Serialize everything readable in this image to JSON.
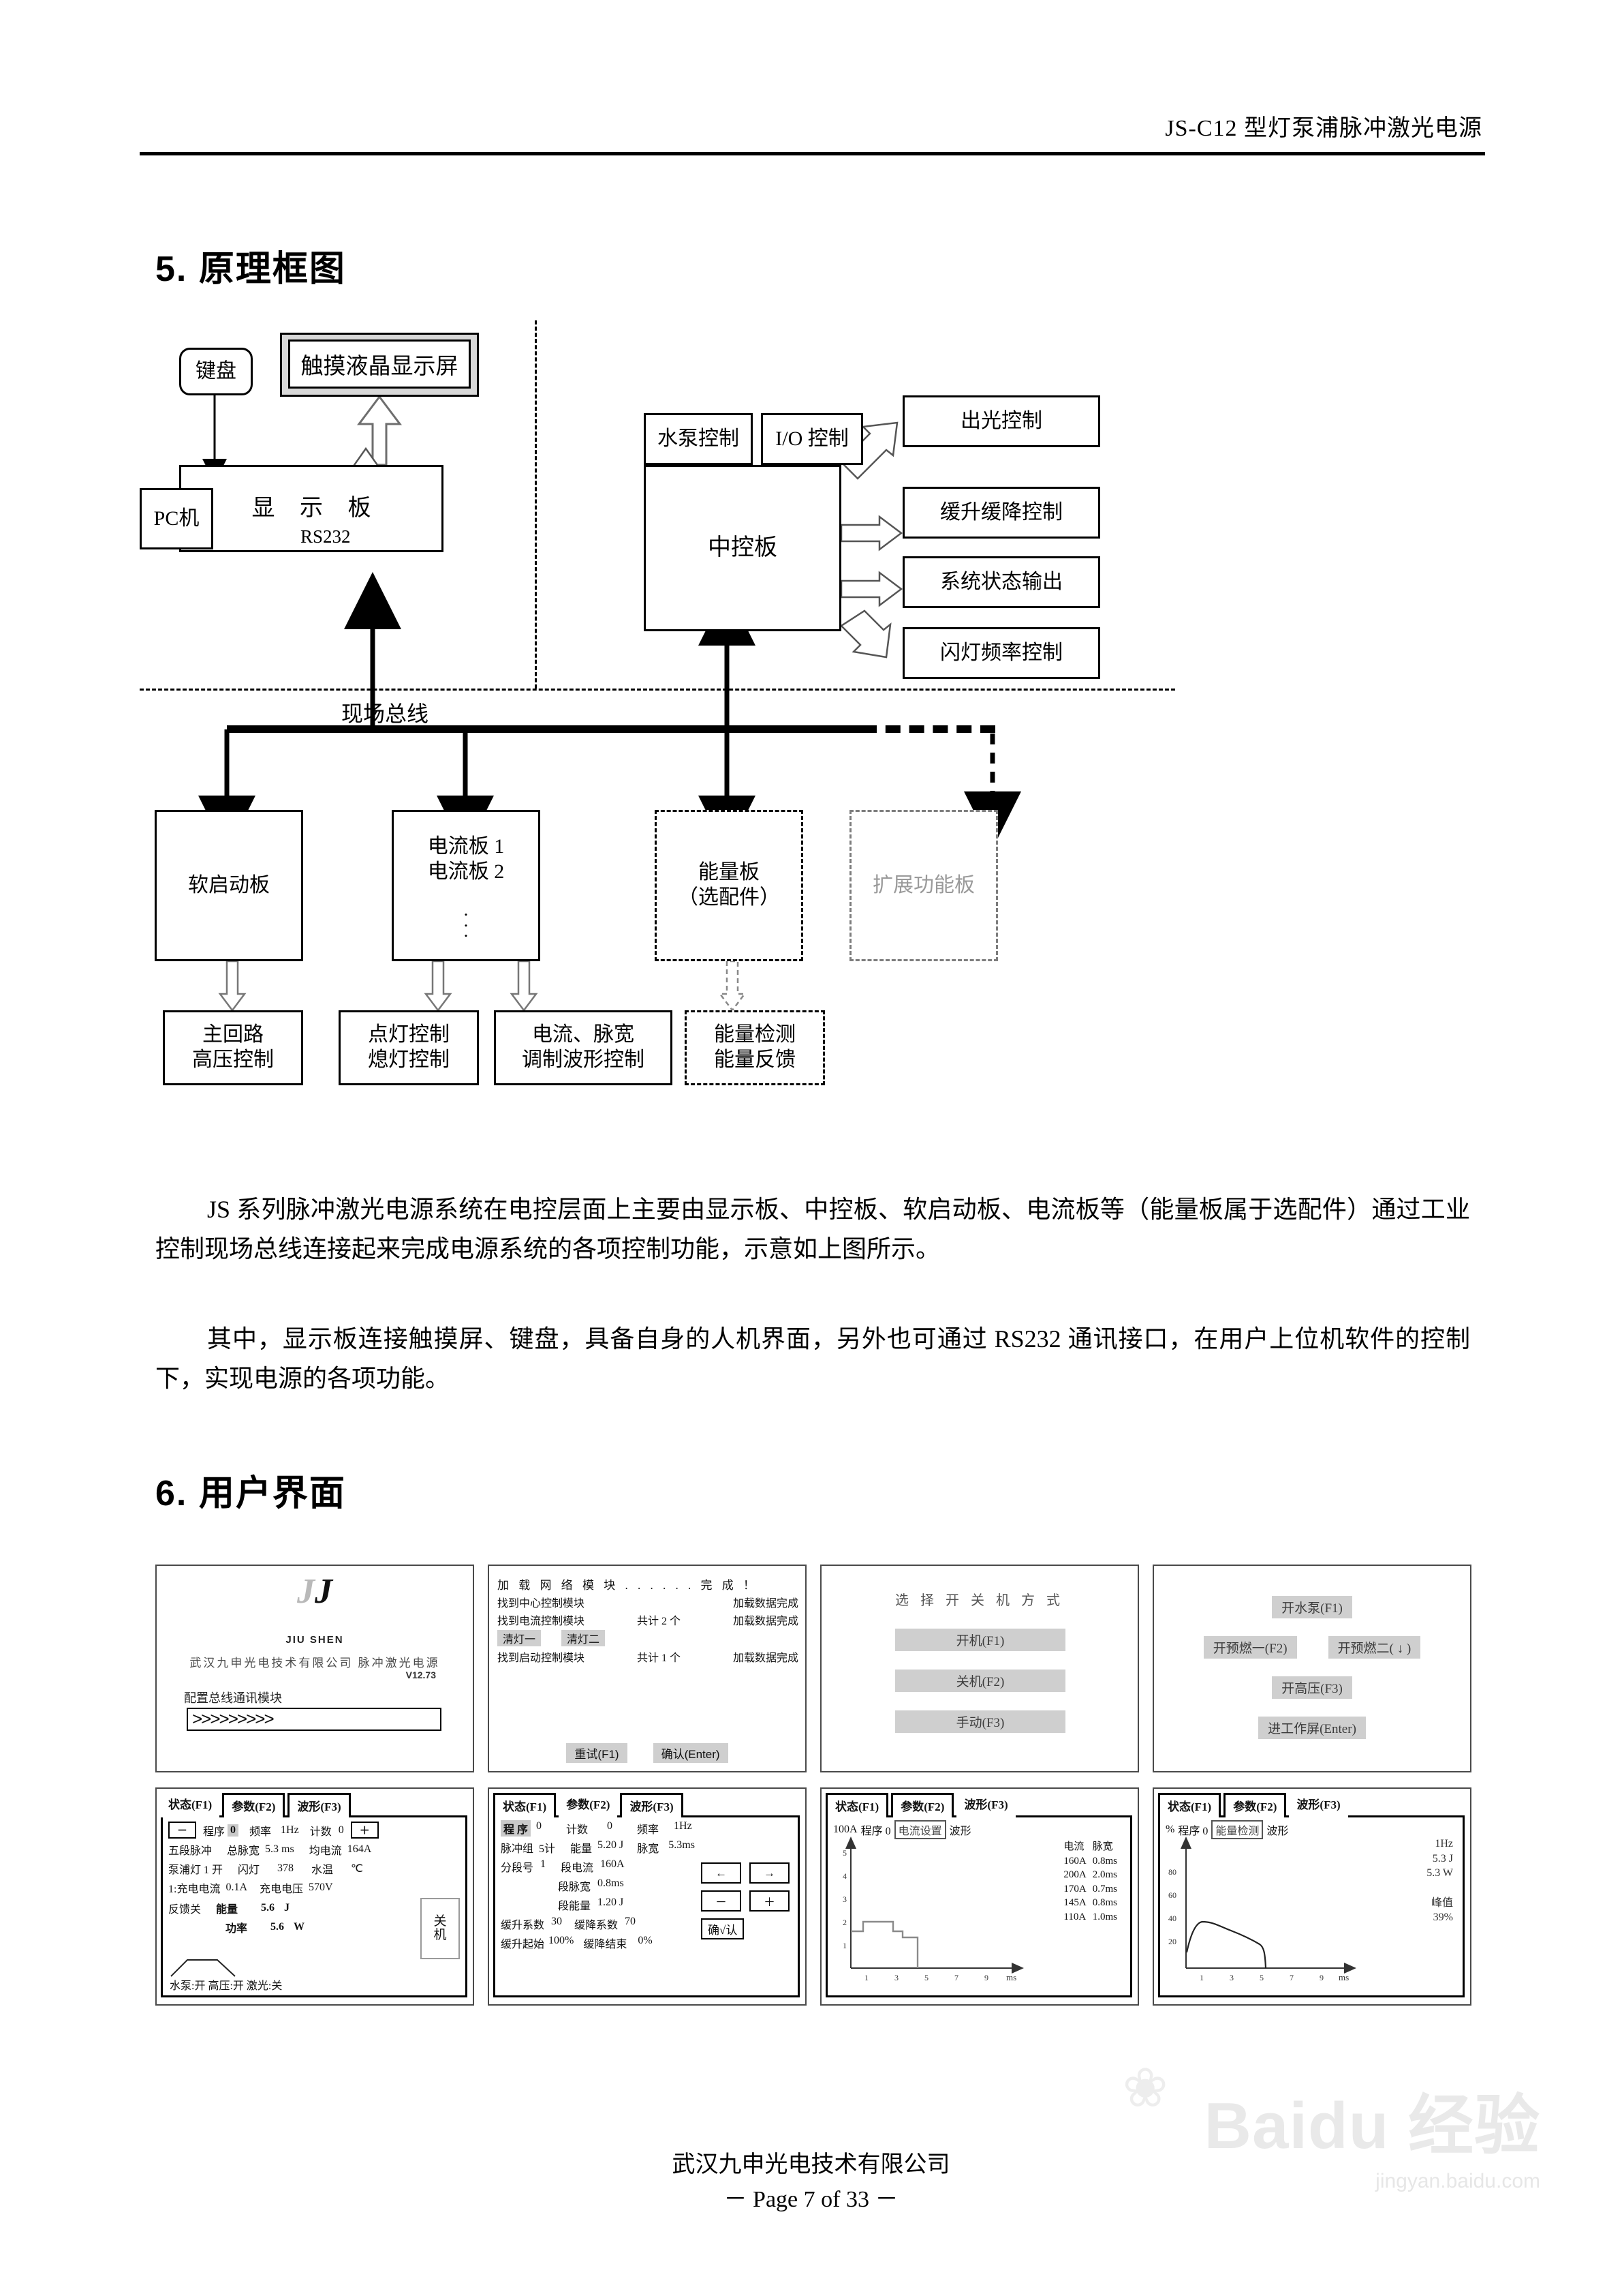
{
  "header": {
    "title": "JS-C12 型灯泵浦脉冲激光电源"
  },
  "sections": {
    "s5": "5.  原理框图",
    "s6": "6.  用户界面"
  },
  "diagram": {
    "keyboard": "键盘",
    "lcd": "触摸液晶显示屏",
    "display_board": "显 示 板",
    "pc": "PC机",
    "rs232": "RS232",
    "pump_control": "水泵控制",
    "io_control": "I/O 控制",
    "center_board": "中控板",
    "light_out": "出光控制",
    "ramp_control": "缓升缓降控制",
    "status_out": "系统状态输出",
    "flash_freq": "闪灯频率控制",
    "fieldbus": "现场总线",
    "soft_start": "软启动板",
    "current_board_1": "电流板 1",
    "current_board_2": "电流板 2",
    "energy_board_l1": "能量板",
    "energy_board_l2": "（选配件）",
    "expansion_board": "扩展功能板",
    "main_circuit_l1": "主回路",
    "main_circuit_l2": "高压控制",
    "lamp_ctrl_l1": "点灯控制",
    "lamp_ctrl_l2": "熄灯控制",
    "wave_ctrl_l1": "电流、脉宽",
    "wave_ctrl_l2": "调制波形控制",
    "energy_det_l1": "能量检测",
    "energy_det_l2": "能量反馈"
  },
  "paragraphs": {
    "p1": "JS 系列脉冲激光电源系统在电控层面上主要由显示板、中控板、软启动板、电流板等（能量板属于选配件）通过工业控制现场总线连接起来完成电源系统的各项控制功能，示意如上图所示。",
    "p2": "其中，显示板连接触摸屏、键盘，具备自身的人机界面，另外也可通过 RS232 通讯接口，在用户上位机软件的控制下，实现电源的各项功能。"
  },
  "screens": {
    "splash": {
      "logo_mark": "JJ",
      "logo_text": "JIU SHEN",
      "company": "武汉九申光电技术有限公司  脉冲激光电源",
      "version": "V12.73",
      "status": "配置总线通讯模块",
      "progress": ">>>>>>>>>"
    },
    "loading": {
      "line1": "加 载 网 络 模 块 . . . . . . 完 成 ！",
      "rows": [
        {
          "left": "找到中心控制模块",
          "mid": "",
          "right": "加载数据完成"
        },
        {
          "left": "找到电流控制模块",
          "mid": "共计 2 个",
          "right": "加载数据完成"
        }
      ],
      "chips": [
        "清灯一",
        "清灯二"
      ],
      "row3": {
        "left": "找到启动控制模块",
        "mid": "共计 1 个",
        "right": "加载数据完成"
      },
      "buttons": [
        "重试(F1)",
        "确认(Enter)"
      ]
    },
    "power_mode": {
      "title": "选 择 开 关 机 方 式",
      "buttons": [
        "开机(F1)",
        "关机(F2)",
        "手动(F3)"
      ]
    },
    "startup": {
      "rows": [
        [
          "开水泵(F1)"
        ],
        [
          "开预燃一(F2)",
          "开预燃二( ↓ )"
        ],
        [
          "开高压(F3)"
        ],
        [
          "进工作屏(Enter)"
        ]
      ]
    },
    "tabs": [
      "状态(F1)",
      "参数(F2)",
      "波形(F3)"
    ],
    "status": {
      "minus": "－",
      "plus": "＋",
      "program_label": "程序",
      "program_value": "0",
      "freq_label": "频率",
      "freq_value": "1Hz",
      "count_label": "计数",
      "count_value": "0",
      "pulse_seg": "五段脉冲",
      "total_width_label": "总脉宽",
      "total_width_value": "5.3 ms",
      "avg_current_label": "均电流",
      "avg_current_value": "164A",
      "lamp_label": "泵浦灯 1 开",
      "flash_label": "闪灯",
      "flash_value": "378",
      "water_temp_label": "水温",
      "water_temp_value": "℃",
      "charge_cur_label": "1:充电电流",
      "charge_cur_value": "0.1A",
      "charge_vol_label": "充电电压",
      "charge_vol_value": "570V",
      "feedback": "反馈关",
      "energy_label": "能量",
      "energy_value": "5.6",
      "energy_unit": "J",
      "power_label": "功率",
      "power_value": "5.6",
      "power_unit": "W",
      "shutdown_l1": "关",
      "shutdown_l2": "机",
      "bottom": "水泵:开      高压:开      激光:关"
    },
    "params": {
      "program_label": "程  序",
      "program_value": "0",
      "count_label": "计数",
      "count_value": "0",
      "freq_label": "频率",
      "freq_value": "1Hz",
      "group_label": "脉冲组",
      "group_value": "5计",
      "energy_label": "能量",
      "energy_value": "5.20 J",
      "width_label": "脉宽",
      "width_value": "5.3ms",
      "seg_no_label": "分段号",
      "seg_no_value": "1",
      "seg_cur_label": "段电流",
      "seg_cur_value": "160A",
      "seg_width_label": "段脉宽",
      "seg_width_value": "0.8ms",
      "seg_energy_label": "段能量",
      "seg_energy_value": "1.20 J",
      "rise_coef_label": "缓升系数",
      "rise_coef_value": "30",
      "fall_coef_label": "缓降系数",
      "fall_coef_value": "70",
      "rise_start_label": "缓升起始",
      "rise_start_value": "100%",
      "fall_end_label": "缓降结束",
      "fall_end_value": "0%",
      "keys": [
        "←",
        "→",
        "－",
        "＋"
      ],
      "confirm": "确√认"
    },
    "wave_current": {
      "scale": "100A",
      "program": "程序 0",
      "mode": "电流设置",
      "suffix": "波形",
      "table_headers": [
        "电流",
        "脉宽"
      ],
      "table_rows": [
        [
          "160A",
          "0.8ms"
        ],
        [
          "200A",
          "2.0ms"
        ],
        [
          "170A",
          "0.7ms"
        ],
        [
          "145A",
          "0.8ms"
        ],
        [
          "110A",
          "1.0ms"
        ]
      ],
      "xlabel": "ms",
      "xticks": [
        "1",
        "3",
        "5",
        "7",
        "9"
      ],
      "yticks": [
        "1",
        "2",
        "3",
        "4",
        "5"
      ]
    },
    "wave_energy": {
      "scale": "%",
      "program": "程序 0",
      "mode": "能量检测",
      "suffix": "波形",
      "freq": "1Hz",
      "energy": "5.3  J",
      "power": "5.3  W",
      "peak_label": "峰值",
      "peak_value": "39%",
      "xlabel": "ms",
      "xticks": [
        "1",
        "3",
        "5",
        "7",
        "9"
      ],
      "yticks": [
        "20",
        "40",
        "60",
        "80"
      ]
    }
  },
  "chart_data": [
    {
      "type": "line",
      "title": "电流设置 波形",
      "xlabel": "ms",
      "ylabel": "100A",
      "xlim": [
        0,
        10
      ],
      "ylim": [
        0,
        5.4
      ],
      "xticks": [
        1,
        3,
        5,
        7,
        9
      ],
      "yticks": [
        1,
        2,
        3,
        4,
        5
      ],
      "step_segments": [
        {
          "current_A": 160,
          "width_ms": 0.8
        },
        {
          "current_A": 200,
          "width_ms": 2.0
        },
        {
          "current_A": 170,
          "width_ms": 0.7
        },
        {
          "current_A": 145,
          "width_ms": 0.8
        },
        {
          "current_A": 110,
          "width_ms": 1.0
        }
      ],
      "x": [
        0,
        0.8,
        2.8,
        3.5,
        4.3,
        5.3
      ],
      "y": [
        1.6,
        2.0,
        1.7,
        1.45,
        1.1,
        0
      ]
    },
    {
      "type": "line",
      "title": "能量检测 波形",
      "xlabel": "ms",
      "ylabel": "%",
      "xlim": [
        0,
        10
      ],
      "ylim": [
        0,
        100
      ],
      "xticks": [
        1,
        3,
        5,
        7,
        9
      ],
      "yticks": [
        20,
        40,
        60,
        80
      ],
      "peak_percent": 39,
      "x": [
        0.05,
        0.4,
        1.0,
        2.0,
        3.0,
        4.0,
        4.7,
        5.1,
        5.2
      ],
      "y": [
        14,
        33,
        39,
        36,
        32,
        27,
        23,
        18,
        0
      ]
    }
  ],
  "footer": {
    "company": "武汉九申光电技术有限公司",
    "page": "－  Page 7 of 33  －"
  },
  "watermark": {
    "big": "Baidu 经验",
    "small": "jingyan.baidu.com"
  }
}
